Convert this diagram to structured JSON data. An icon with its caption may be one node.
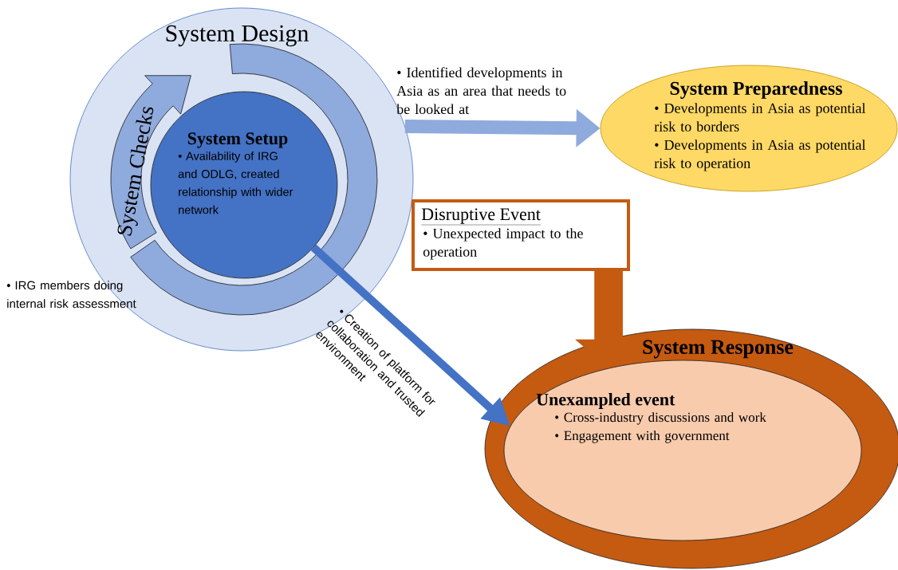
{
  "diagram": {
    "nodes": [
      {
        "text": [
          "System Design"
        ]
      },
      {
        "text": [
          "System Setup",
          "• Availability of IRG and ODLG, created relationship with wider network"
        ],
        "in": 0
      },
      {
        "text": [
          "System Preparedness",
          "• Developments in Asia as potential risk to borders",
          "• Developments in Asia as potential risk to operation"
        ]
      },
      {
        "text": [
          "Disruptive Event",
          "• Unexpected impact to the operation"
        ]
      },
      {
        "text": [
          "System Response"
        ]
      },
      {
        "text": [
          "Unexampled event",
          "• Cross-industry discussions and work",
          "• Engagement with government"
        ],
        "in": 4
      }
    ],
    "edges": [
      {
        "from": 0,
        "to": 2,
        "arrow": "to",
        "label": "• Identified developments in Asia as an area that needs to be looked at",
        "color": "#8faadc"
      },
      {
        "from": 1,
        "to": 5,
        "arrow": "to",
        "label": "• Creation of platform for collaboration and trusted environment",
        "color": "#4472c4"
      },
      {
        "from": 3,
        "to": 5,
        "arrow": "to",
        "style": "thick",
        "color": "#c55a11"
      }
    ],
    "labels": [
      "System Checks",
      "• IRG members doing internal risk assessment"
    ]
  }
}
